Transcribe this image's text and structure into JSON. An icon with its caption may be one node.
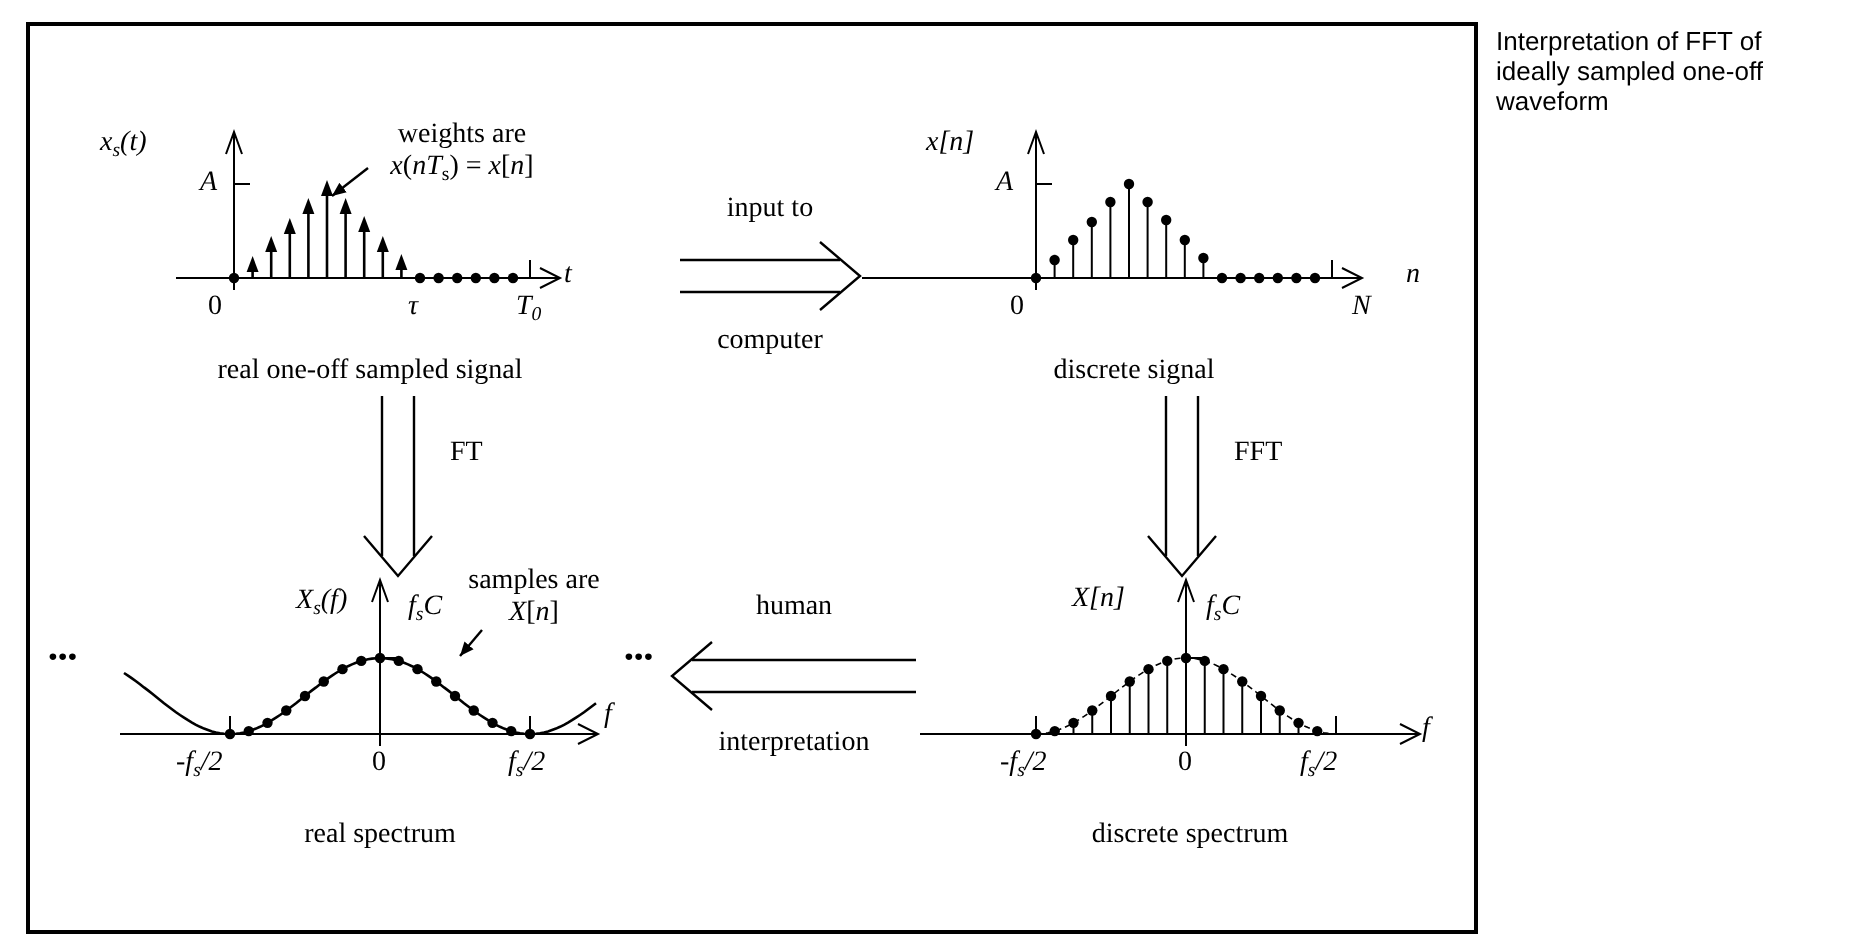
{
  "diagram": {
    "caption": "Interpretation of FFT of ideally sampled one-off waveform",
    "nodes": [
      {
        "text": [
          "real one-off sampled signal"
        ]
      },
      {
        "text": [
          "weights are *x*(*nT*$_{s}$) = *x*[*n*]"
        ]
      },
      {
        "text": [
          "discrete signal"
        ]
      },
      {
        "text": [
          "real spectrum"
        ],
        "beside": [
          "•••",
          "•••"
        ]
      },
      {
        "text": [
          "samples are *X*[*n*]"
        ]
      },
      {
        "text": [
          "discrete spectrum"
        ]
      }
    ],
    "edges": [
      {
        "from": 0,
        "to": 2,
        "arrow": "to",
        "label": "input to computer"
      },
      {
        "from": 1,
        "to": 0,
        "arrow": "to"
      },
      {
        "from": 0,
        "to": 3,
        "arrow": "to",
        "label": "FT"
      },
      {
        "from": 2,
        "to": 5,
        "arrow": "to",
        "label": "FFT"
      },
      {
        "from": 4,
        "to": 3,
        "arrow": "to"
      },
      {
        "from": 5,
        "to": 3,
        "arrow": "to",
        "label": "human interpretation"
      }
    ],
    "labels": [
      "x$_{s}$(t)",
      "A",
      "0",
      "τ",
      "T$_{0}$",
      "t",
      "x[n]",
      "A",
      "0",
      "N",
      "n",
      "X$_{s}$(f)",
      "f$_{s}$C",
      "-f$_{s}$/2",
      "0",
      "f$_{s}$/2",
      "f",
      "X[n]",
      "f$_{s}$C",
      "-f$_{s}$/2",
      "0",
      "f$_{s}$/2",
      "f"
    ]
  }
}
